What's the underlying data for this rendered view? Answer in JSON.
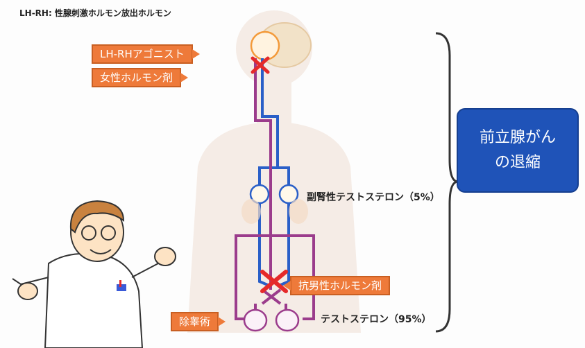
{
  "header": {
    "abbreviation_note": "LH-RH: 性腺刺激ホルモン放出ホルモン"
  },
  "tags": {
    "lhrh_agonist": "LH-RHアゴニスト",
    "female_hormone": "女性ホルモン剤",
    "antiandrogen": "抗男性ホルモン剤",
    "orchiectomy": "除睾術"
  },
  "labels": {
    "adrenal_testosterone": "副腎性テストステロン（5%）",
    "testicular_testosterone": "テストステロン（95%）"
  },
  "result": {
    "line1": "前立腺がん",
    "line2": "の退縮"
  },
  "colors": {
    "blue_path": "#2a5fc8",
    "purple_path": "#9b3c8c",
    "tag_orange": "#ee7a3a",
    "block_mark": "#e52a2a",
    "result_bg": "#1f53b8"
  }
}
